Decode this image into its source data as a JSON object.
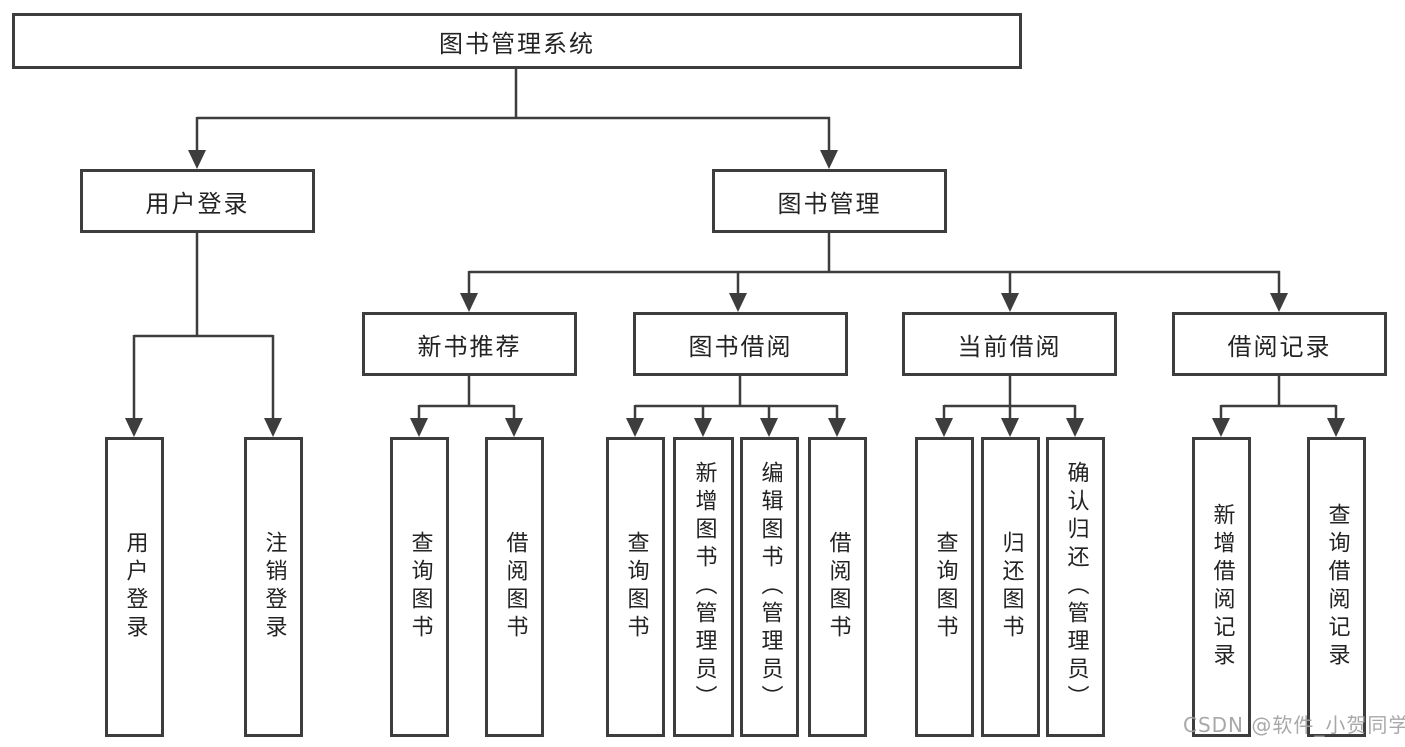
{
  "colors": {
    "line": "#3d3d3d",
    "box_border": "#3d3d3d",
    "box_bg": "#ffffff",
    "text": "#232323",
    "watermark": "#9e9e9e"
  },
  "tree": {
    "root": {
      "label": "图书管理系统"
    },
    "children": [
      {
        "label": "用户登录",
        "children": [
          {
            "label": "用户登录"
          },
          {
            "label": "注销登录"
          }
        ]
      },
      {
        "label": "图书管理",
        "children": [
          {
            "label": "新书推荐",
            "children": [
              {
                "label": "查询图书"
              },
              {
                "label": "借阅图书"
              }
            ]
          },
          {
            "label": "图书借阅",
            "children": [
              {
                "label": "查询图书"
              },
              {
                "label": "新增图书（管理员）"
              },
              {
                "label": "编辑图书（管理员）"
              },
              {
                "label": "借阅图书"
              }
            ]
          },
          {
            "label": "当前借阅",
            "children": [
              {
                "label": "查询图书"
              },
              {
                "label": "归还图书"
              },
              {
                "label": "确认归还（管理员）"
              }
            ]
          },
          {
            "label": "借阅记录",
            "children": [
              {
                "label": "新增借阅记录"
              },
              {
                "label": "查询借阅记录"
              }
            ]
          }
        ]
      }
    ]
  },
  "watermark": {
    "label": "CSDN @软件_小贺同学"
  }
}
